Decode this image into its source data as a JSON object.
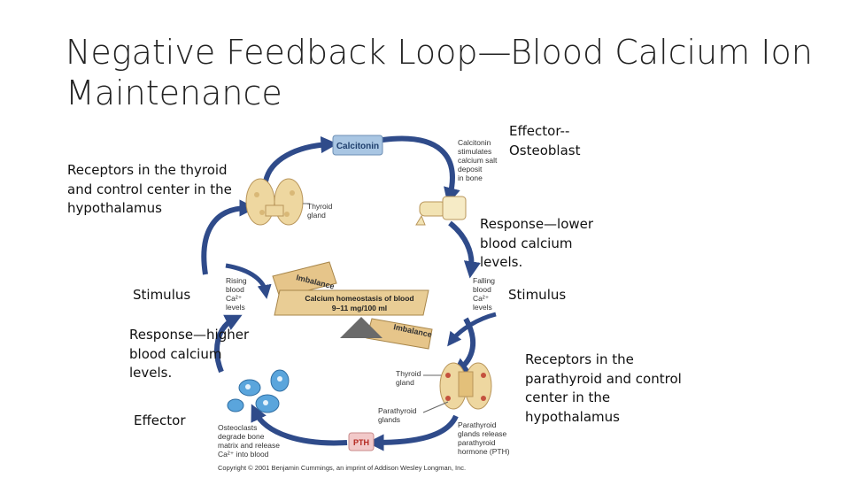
{
  "slide": {
    "title": "Negative Feedback Loop—Blood Calcium Ion Maintenance"
  },
  "annotations": {
    "effector_top": "Effector--\nOsteoblast",
    "receptors_top": "Receptors in the thyroid\nand control center in the\nhypothalamus",
    "response_lower": "Response—lower\nblood calcium\nlevels.",
    "stimulus_left": "Stimulus",
    "stimulus_right": "Stimulus",
    "response_higher": "Response—higher\nblood calcium\nlevels.",
    "effector_bottom": "Effector",
    "receptors_bottom": "Receptors in the\nparathyroid and control\ncenter in the\nhypothalamus"
  },
  "diagram": {
    "calcitonin_box": "Calcitonin",
    "calcitonin_note": [
      "Calcitonin",
      "stimulates",
      "calcium salt",
      "deposit",
      "in bone"
    ],
    "thyroid_gland_top": [
      "Thyroid",
      "gland"
    ],
    "rising_ca": [
      "Rising",
      "blood",
      "Ca²⁺",
      "levels"
    ],
    "falling_ca": [
      "Falling",
      "blood",
      "Ca²⁺",
      "levels"
    ],
    "imbalance_top": "Imbalance",
    "imbalance_bottom": "Imbalance",
    "homeostasis_line1": "Calcium homeostasis of blood",
    "homeostasis_line2": "9–11 mg/100 ml",
    "thyroid_gland_bottom": [
      "Thyroid",
      "gland"
    ],
    "parathyroid_glands": [
      "Parathyroid",
      "glands"
    ],
    "osteoclasts_note": [
      "Osteoclasts",
      "degrade bone",
      "matrix and release",
      "Ca²⁺ into blood"
    ],
    "pth_box": "PTH",
    "parathyroid_note": [
      "Parathyroid",
      "glands release",
      "parathyroid",
      "hormone (PTH)"
    ],
    "copyright": "Copyright © 2001 Benjamin Cummings, an imprint of Addison Wesley Longman, Inc."
  },
  "colors": {
    "arrow_blue": "#2f4b8a",
    "box_blue": "#a9c6e3",
    "pth_box": "#f2c9c9",
    "pth_text": "#b3261e",
    "seesaw_tan": "#e6c58a",
    "fulcrum_gray": "#6a6a6a",
    "gland_tan": "#eed7a0",
    "osteoclast_blue": "#5aa5dc"
  }
}
